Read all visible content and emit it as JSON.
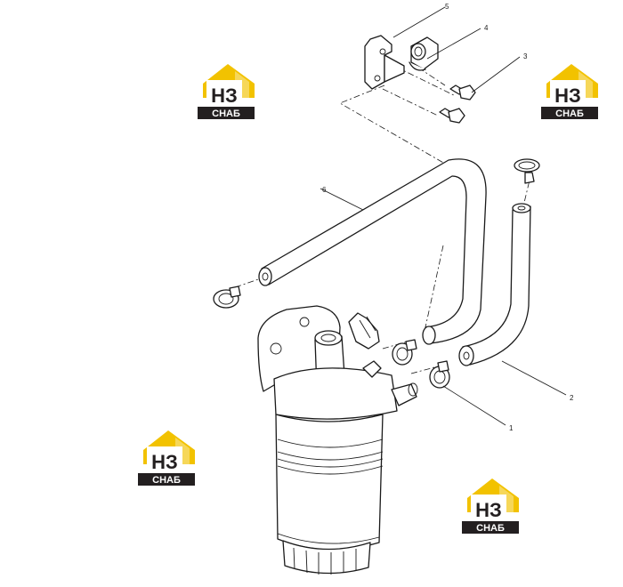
{
  "callouts": {
    "c1": "1",
    "c2": "2",
    "c3": "3",
    "c4": "4",
    "c5": "5",
    "c6": "6"
  },
  "watermark": {
    "brand": "НЗ",
    "sub": "СНАБ",
    "colors": {
      "yellow": "#f2c200",
      "dark": "#231f20",
      "white": "#ffffff"
    }
  }
}
